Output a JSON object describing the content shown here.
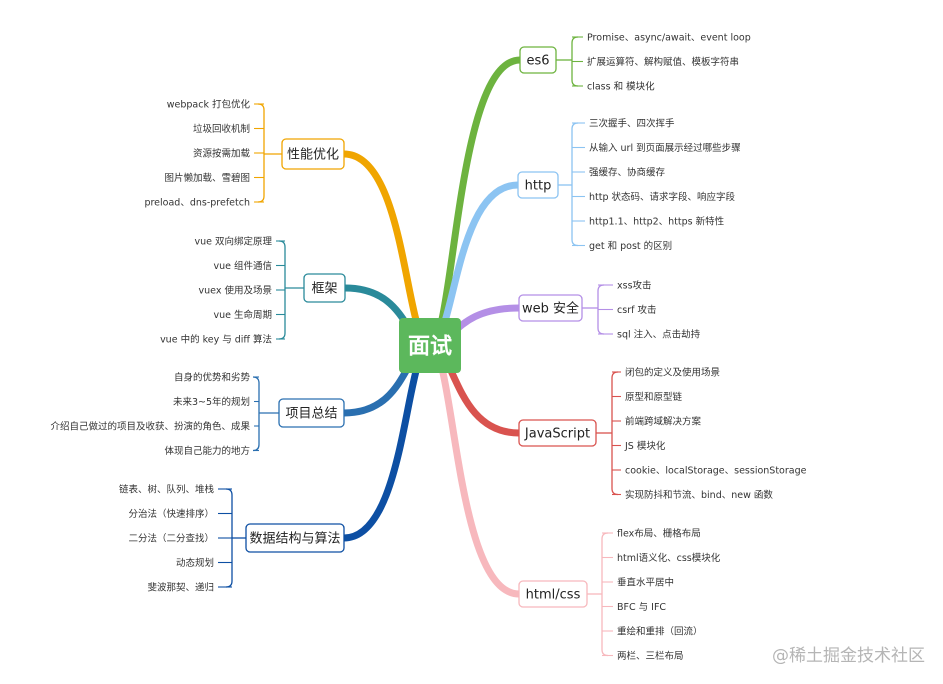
{
  "center": {
    "label": "面试",
    "color": "#5cb85c"
  },
  "watermark": "@稀土掘金技术社区",
  "branches": [
    {
      "id": "es6",
      "label": "es6",
      "color": "#6db33f",
      "side": "right",
      "children": [
        "Promise、async/await、event loop",
        "扩展运算符、解构赋值、模板字符串",
        "class 和 模块化"
      ]
    },
    {
      "id": "http",
      "label": "http",
      "color": "#8cc4f2",
      "side": "right",
      "children": [
        "三次握手、四次挥手",
        "从输入 url 到页面展示经过哪些步骤",
        "强缓存、协商缓存",
        "http 状态码、请求字段、响应字段",
        "http1.1、http2、https 新特性",
        "get 和 post 的区别"
      ]
    },
    {
      "id": "web-security",
      "label": "web 安全",
      "color": "#b48fe6",
      "side": "right",
      "children": [
        "xss攻击",
        "csrf 攻击",
        "sql 注入、点击劫持"
      ]
    },
    {
      "id": "javascript",
      "label": "JavaScript",
      "color": "#d9534f",
      "side": "right",
      "children": [
        "闭包的定义及使用场景",
        "原型和原型链",
        "前端跨域解决方案",
        "JS 模块化",
        "cookie、localStorage、sessionStorage",
        "实现防抖和节流、bind、new 函数"
      ]
    },
    {
      "id": "html-css",
      "label": "html/css",
      "color": "#f7b8bd",
      "side": "right",
      "children": [
        "flex布局、栅格布局",
        "html语义化、css模块化",
        "垂直水平居中",
        "BFC 与 IFC",
        "重绘和重排（回流）",
        "两栏、三栏布局"
      ]
    },
    {
      "id": "performance",
      "label": "性能优化",
      "color": "#f0a500",
      "side": "left",
      "children": [
        "webpack 打包优化",
        "垃圾回收机制",
        "资源按需加载",
        "图片懒加载、雪碧图",
        "preload、dns-prefetch"
      ]
    },
    {
      "id": "framework",
      "label": "框架",
      "color": "#2a8a9a",
      "side": "left",
      "children": [
        "vue 双向绑定原理",
        "vue 组件通信",
        "vuex 使用及场景",
        "vue 生命周期",
        "vue 中的 key 与 diff 算法"
      ]
    },
    {
      "id": "project",
      "label": "项目总结",
      "color": "#2a6fb0",
      "side": "left",
      "children": [
        "自身的优势和劣势",
        "未来3~5年的规划",
        "介绍自己做过的项目及收获、扮演的角色、成果",
        "体现自己能力的地方"
      ]
    },
    {
      "id": "algorithm",
      "label": "数据结构与算法",
      "color": "#0d4fa3",
      "side": "left",
      "children": [
        "链表、树、队列、堆栈",
        "分治法（快速排序）",
        "二分法（二分查找）",
        "动态规划",
        "斐波那契、递归"
      ]
    }
  ]
}
